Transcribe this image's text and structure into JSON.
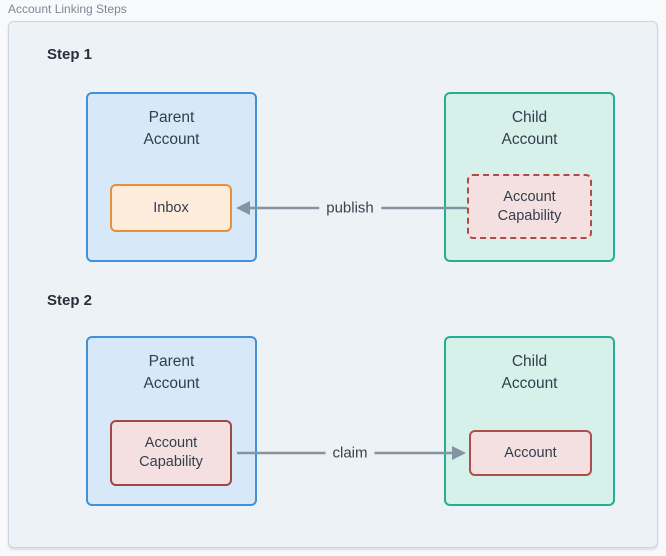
{
  "panel": {
    "title": "Account Linking Steps"
  },
  "step1": {
    "heading": "Step 1",
    "parent": {
      "title_line1": "Parent",
      "title_line2": "Account"
    },
    "inbox": {
      "label": "Inbox"
    },
    "child": {
      "title_line1": "Child",
      "title_line2": "Account"
    },
    "capability": {
      "label_line1": "Account",
      "label_line2": "Capability"
    },
    "edge": {
      "label": "publish",
      "direction": "left"
    }
  },
  "step2": {
    "heading": "Step 2",
    "parent": {
      "title_line1": "Parent",
      "title_line2": "Account"
    },
    "capability": {
      "label_line1": "Account",
      "label_line2": "Capability"
    },
    "child": {
      "title_line1": "Child",
      "title_line2": "Account"
    },
    "account": {
      "label": "Account"
    },
    "edge": {
      "label": "claim",
      "direction": "right"
    }
  },
  "colors": {
    "panel_fill": "#edf2f7",
    "panel_stroke": "#ccd4dd",
    "page_background": "#f7f9fb",
    "parent_fill": "#d7e9f8",
    "parent_stroke": "#4191d9",
    "child_fill": "#d5f1ea",
    "child_stroke": "#26ae92",
    "inbox_fill": "#fdebdb",
    "inbox_stroke": "#e5913c",
    "red_fill": "#f4e0e1",
    "red_stroke": "#a94b48",
    "arrow": "#8592a0",
    "text": "#343e4b",
    "heading_text": "#27303b",
    "panel_title_text": "#7d8997"
  }
}
